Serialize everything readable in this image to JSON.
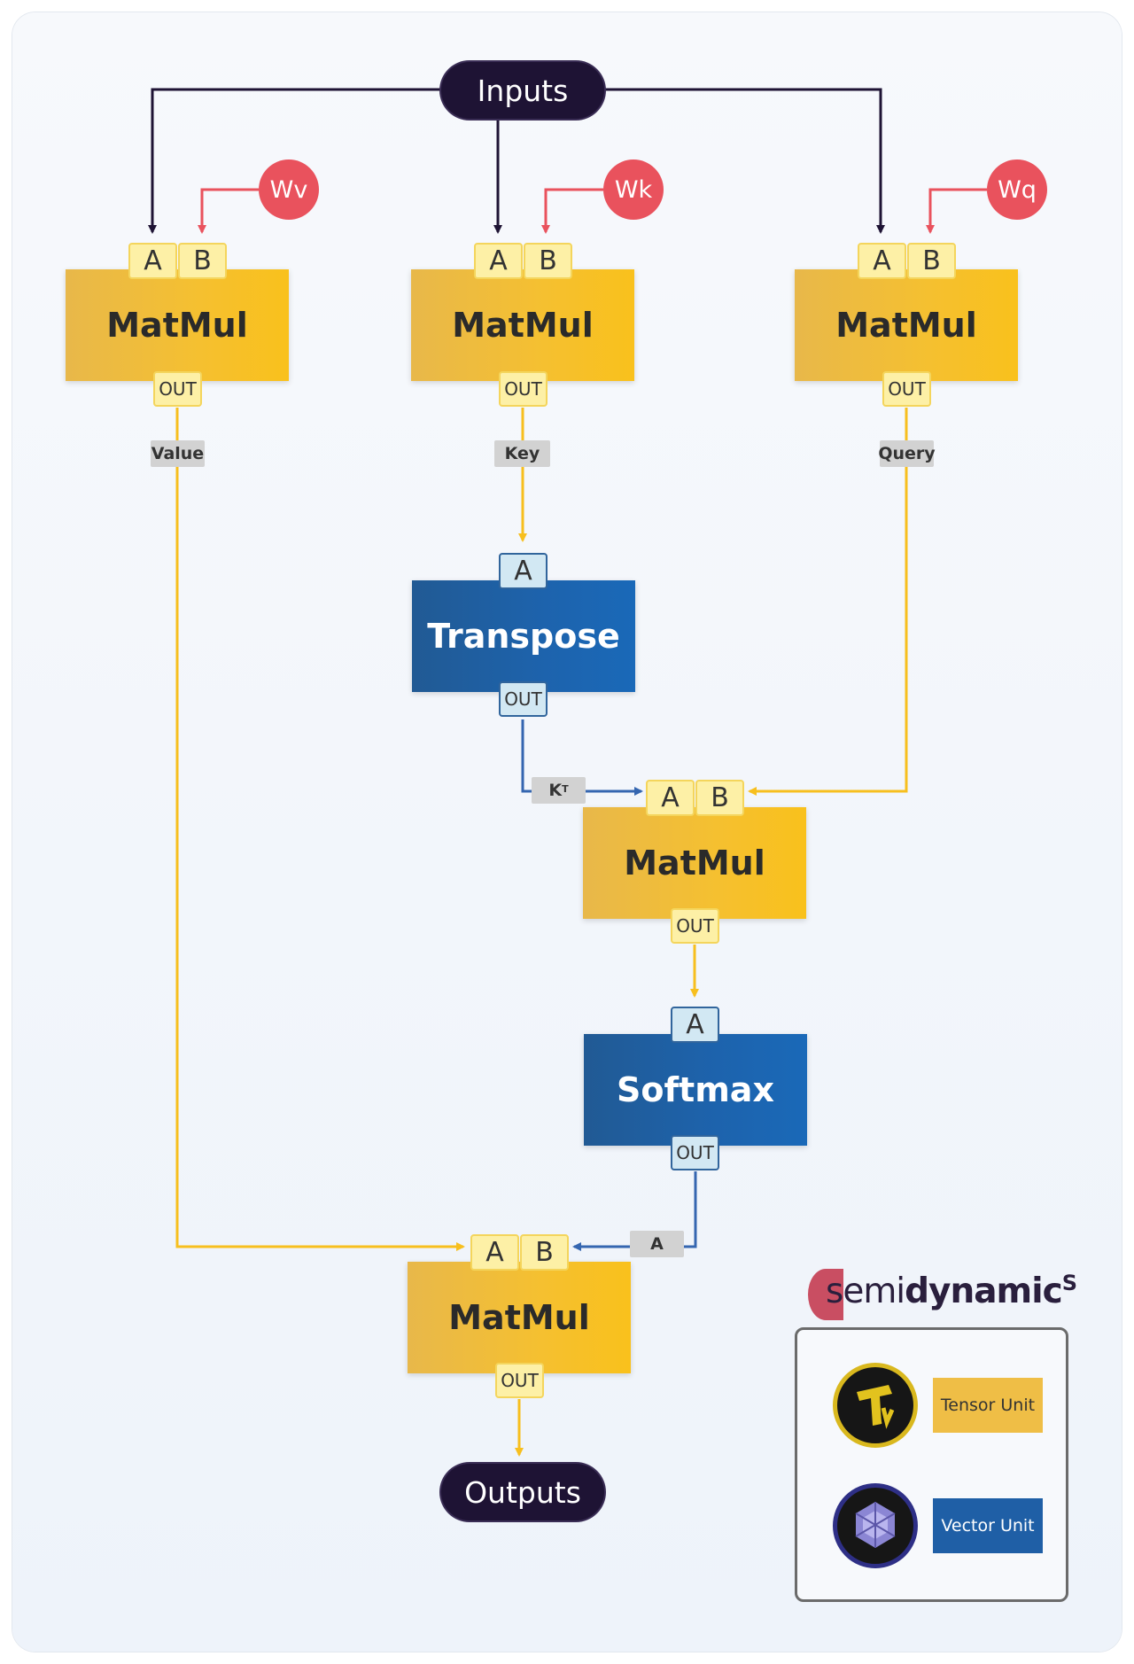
{
  "nodes": {
    "inputs": "Inputs",
    "outputs": "Outputs",
    "weights": {
      "wv": "Wv",
      "wk": "Wk",
      "wq": "Wq"
    },
    "ops": {
      "matmul_v": "MatMul",
      "matmul_k": "MatMul",
      "matmul_q": "MatMul",
      "transpose": "Transpose",
      "matmul_qk": "MatMul",
      "softmax": "Softmax",
      "matmul_out": "MatMul"
    },
    "ports": {
      "a": "A",
      "b": "B",
      "out": "OUT"
    }
  },
  "edge_labels": {
    "value": "Value",
    "key": "Key",
    "query": "Query",
    "k_transpose": "K",
    "k_transpose_sup": "T",
    "softmax_out": "A"
  },
  "brand": {
    "name_light": "semi",
    "name_bold": "dynamic",
    "name_sup": "S"
  },
  "legend": {
    "tensor_unit": "Tensor Unit",
    "vector_unit": "Vector Unit",
    "tensor_icon": "tensor-unit-icon",
    "vector_icon": "vector-unit-icon"
  },
  "colors": {
    "dark": "#1e1334",
    "weight": "#e9525d",
    "tensor": "#f5c030",
    "vector": "#1d63ad",
    "yellow_wire": "#f7bf1e",
    "blue_wire": "#3566b0"
  }
}
